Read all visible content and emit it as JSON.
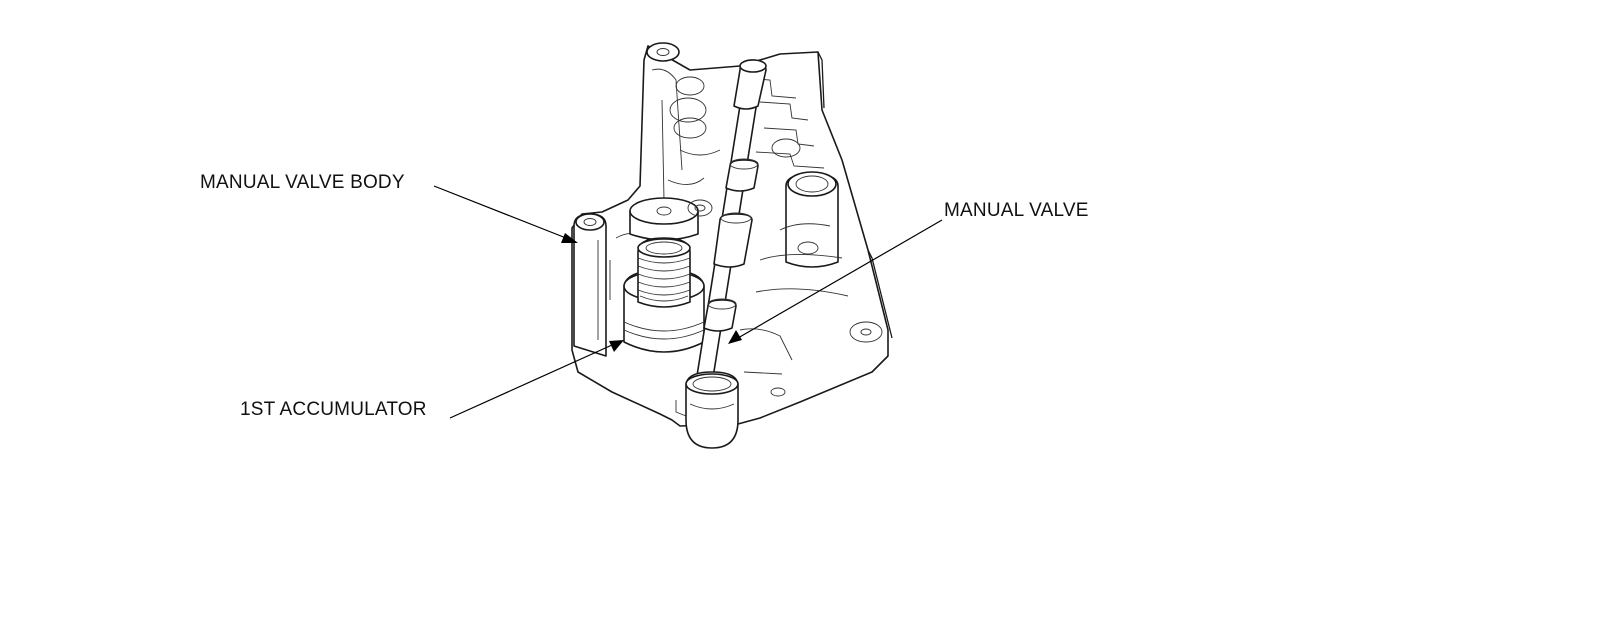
{
  "callouts": {
    "manual_valve_body": "MANUAL VALVE BODY",
    "manual_valve": "MANUAL VALVE",
    "first_accumulator": "1ST ACCUMULATOR"
  },
  "colors": {
    "line": "#1a1a1a",
    "background": "#ffffff"
  }
}
